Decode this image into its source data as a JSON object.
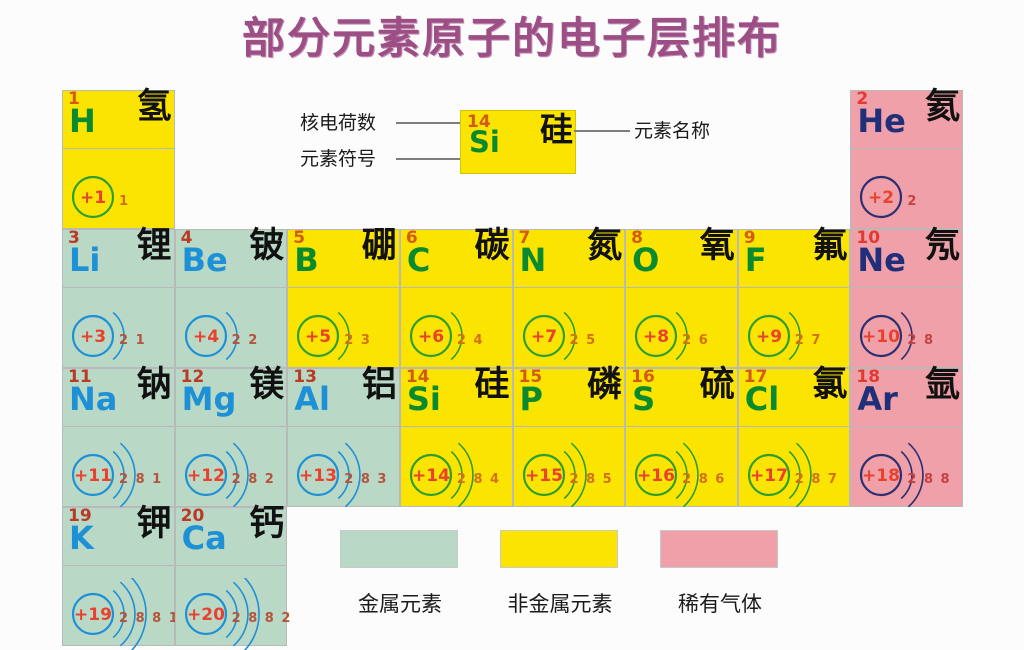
{
  "title": "部分元素原子的电子层排布",
  "annotation": {
    "charge_label": "核电荷数",
    "symbol_label": "元素符号",
    "name_label": "元素名称",
    "sample": {
      "number": "14",
      "symbol": "Si",
      "name": "硅",
      "category": "nonmetal"
    }
  },
  "legend": {
    "items": [
      {
        "label": "金属元素",
        "color": "#b9d9c6",
        "key": "metal"
      },
      {
        "label": "非金属元素",
        "color": "#fbe400",
        "key": "nonmetal"
      },
      {
        "label": "稀有气体",
        "color": "#f0a0a8",
        "key": "noble"
      }
    ]
  },
  "colors": {
    "background": "#fdfcfd",
    "title": "#9b4f84",
    "metal_bg": "#b9d9c6",
    "nonmetal_bg": "#fbe400",
    "noble_bg": "#f0a0a8",
    "metal_symbol": "#1e90d6",
    "nonmetal_symbol": "#0a8a2e",
    "noble_symbol": "#1f2f7a",
    "charge_text": "#e8422e",
    "grid_line": "#b9b9b9"
  },
  "grid": {
    "columns": 8,
    "rows": 4,
    "elements": [
      {
        "row": 1,
        "col": 1,
        "number": "1",
        "symbol": "H",
        "name": "氢",
        "charge": "+1",
        "shells": [
          "1"
        ],
        "category": "nonmetal"
      },
      {
        "row": 1,
        "col": 8,
        "number": "2",
        "symbol": "He",
        "name": "氦",
        "charge": "+2",
        "shells": [
          "2"
        ],
        "category": "noble"
      },
      {
        "row": 2,
        "col": 1,
        "number": "3",
        "symbol": "Li",
        "name": "锂",
        "charge": "+3",
        "shells": [
          "2",
          "1"
        ],
        "category": "metal"
      },
      {
        "row": 2,
        "col": 2,
        "number": "4",
        "symbol": "Be",
        "name": "铍",
        "charge": "+4",
        "shells": [
          "2",
          "2"
        ],
        "category": "metal"
      },
      {
        "row": 2,
        "col": 3,
        "number": "5",
        "symbol": "B",
        "name": "硼",
        "charge": "+5",
        "shells": [
          "2",
          "3"
        ],
        "category": "nonmetal"
      },
      {
        "row": 2,
        "col": 4,
        "number": "6",
        "symbol": "C",
        "name": "碳",
        "charge": "+6",
        "shells": [
          "2",
          "4"
        ],
        "category": "nonmetal"
      },
      {
        "row": 2,
        "col": 5,
        "number": "7",
        "symbol": "N",
        "name": "氮",
        "charge": "+7",
        "shells": [
          "2",
          "5"
        ],
        "category": "nonmetal"
      },
      {
        "row": 2,
        "col": 6,
        "number": "8",
        "symbol": "O",
        "name": "氧",
        "charge": "+8",
        "shells": [
          "2",
          "6"
        ],
        "category": "nonmetal"
      },
      {
        "row": 2,
        "col": 7,
        "number": "9",
        "symbol": "F",
        "name": "氟",
        "charge": "+9",
        "shells": [
          "2",
          "7"
        ],
        "category": "nonmetal"
      },
      {
        "row": 2,
        "col": 8,
        "number": "10",
        "symbol": "Ne",
        "name": "氖",
        "charge": "+10",
        "shells": [
          "2",
          "8"
        ],
        "category": "noble"
      },
      {
        "row": 3,
        "col": 1,
        "number": "11",
        "symbol": "Na",
        "name": "钠",
        "charge": "+11",
        "shells": [
          "2",
          "8",
          "1"
        ],
        "category": "metal"
      },
      {
        "row": 3,
        "col": 2,
        "number": "12",
        "symbol": "Mg",
        "name": "镁",
        "charge": "+12",
        "shells": [
          "2",
          "8",
          "2"
        ],
        "category": "metal"
      },
      {
        "row": 3,
        "col": 3,
        "number": "13",
        "symbol": "Al",
        "name": "铝",
        "charge": "+13",
        "shells": [
          "2",
          "8",
          "3"
        ],
        "category": "metal"
      },
      {
        "row": 3,
        "col": 4,
        "number": "14",
        "symbol": "Si",
        "name": "硅",
        "charge": "+14",
        "shells": [
          "2",
          "8",
          "4"
        ],
        "category": "nonmetal"
      },
      {
        "row": 3,
        "col": 5,
        "number": "15",
        "symbol": "P",
        "name": "磷",
        "charge": "+15",
        "shells": [
          "2",
          "8",
          "5"
        ],
        "category": "nonmetal"
      },
      {
        "row": 3,
        "col": 6,
        "number": "16",
        "symbol": "S",
        "name": "硫",
        "charge": "+16",
        "shells": [
          "2",
          "8",
          "6"
        ],
        "category": "nonmetal"
      },
      {
        "row": 3,
        "col": 7,
        "number": "17",
        "symbol": "Cl",
        "name": "氯",
        "charge": "+17",
        "shells": [
          "2",
          "8",
          "7"
        ],
        "category": "nonmetal"
      },
      {
        "row": 3,
        "col": 8,
        "number": "18",
        "symbol": "Ar",
        "name": "氩",
        "charge": "+18",
        "shells": [
          "2",
          "8",
          "8"
        ],
        "category": "noble"
      },
      {
        "row": 4,
        "col": 1,
        "number": "19",
        "symbol": "K",
        "name": "钾",
        "charge": "+19",
        "shells": [
          "2",
          "8",
          "8",
          "1"
        ],
        "category": "metal"
      },
      {
        "row": 4,
        "col": 2,
        "number": "20",
        "symbol": "Ca",
        "name": "钙",
        "charge": "+20",
        "shells": [
          "2",
          "8",
          "8",
          "2"
        ],
        "category": "metal"
      }
    ]
  }
}
